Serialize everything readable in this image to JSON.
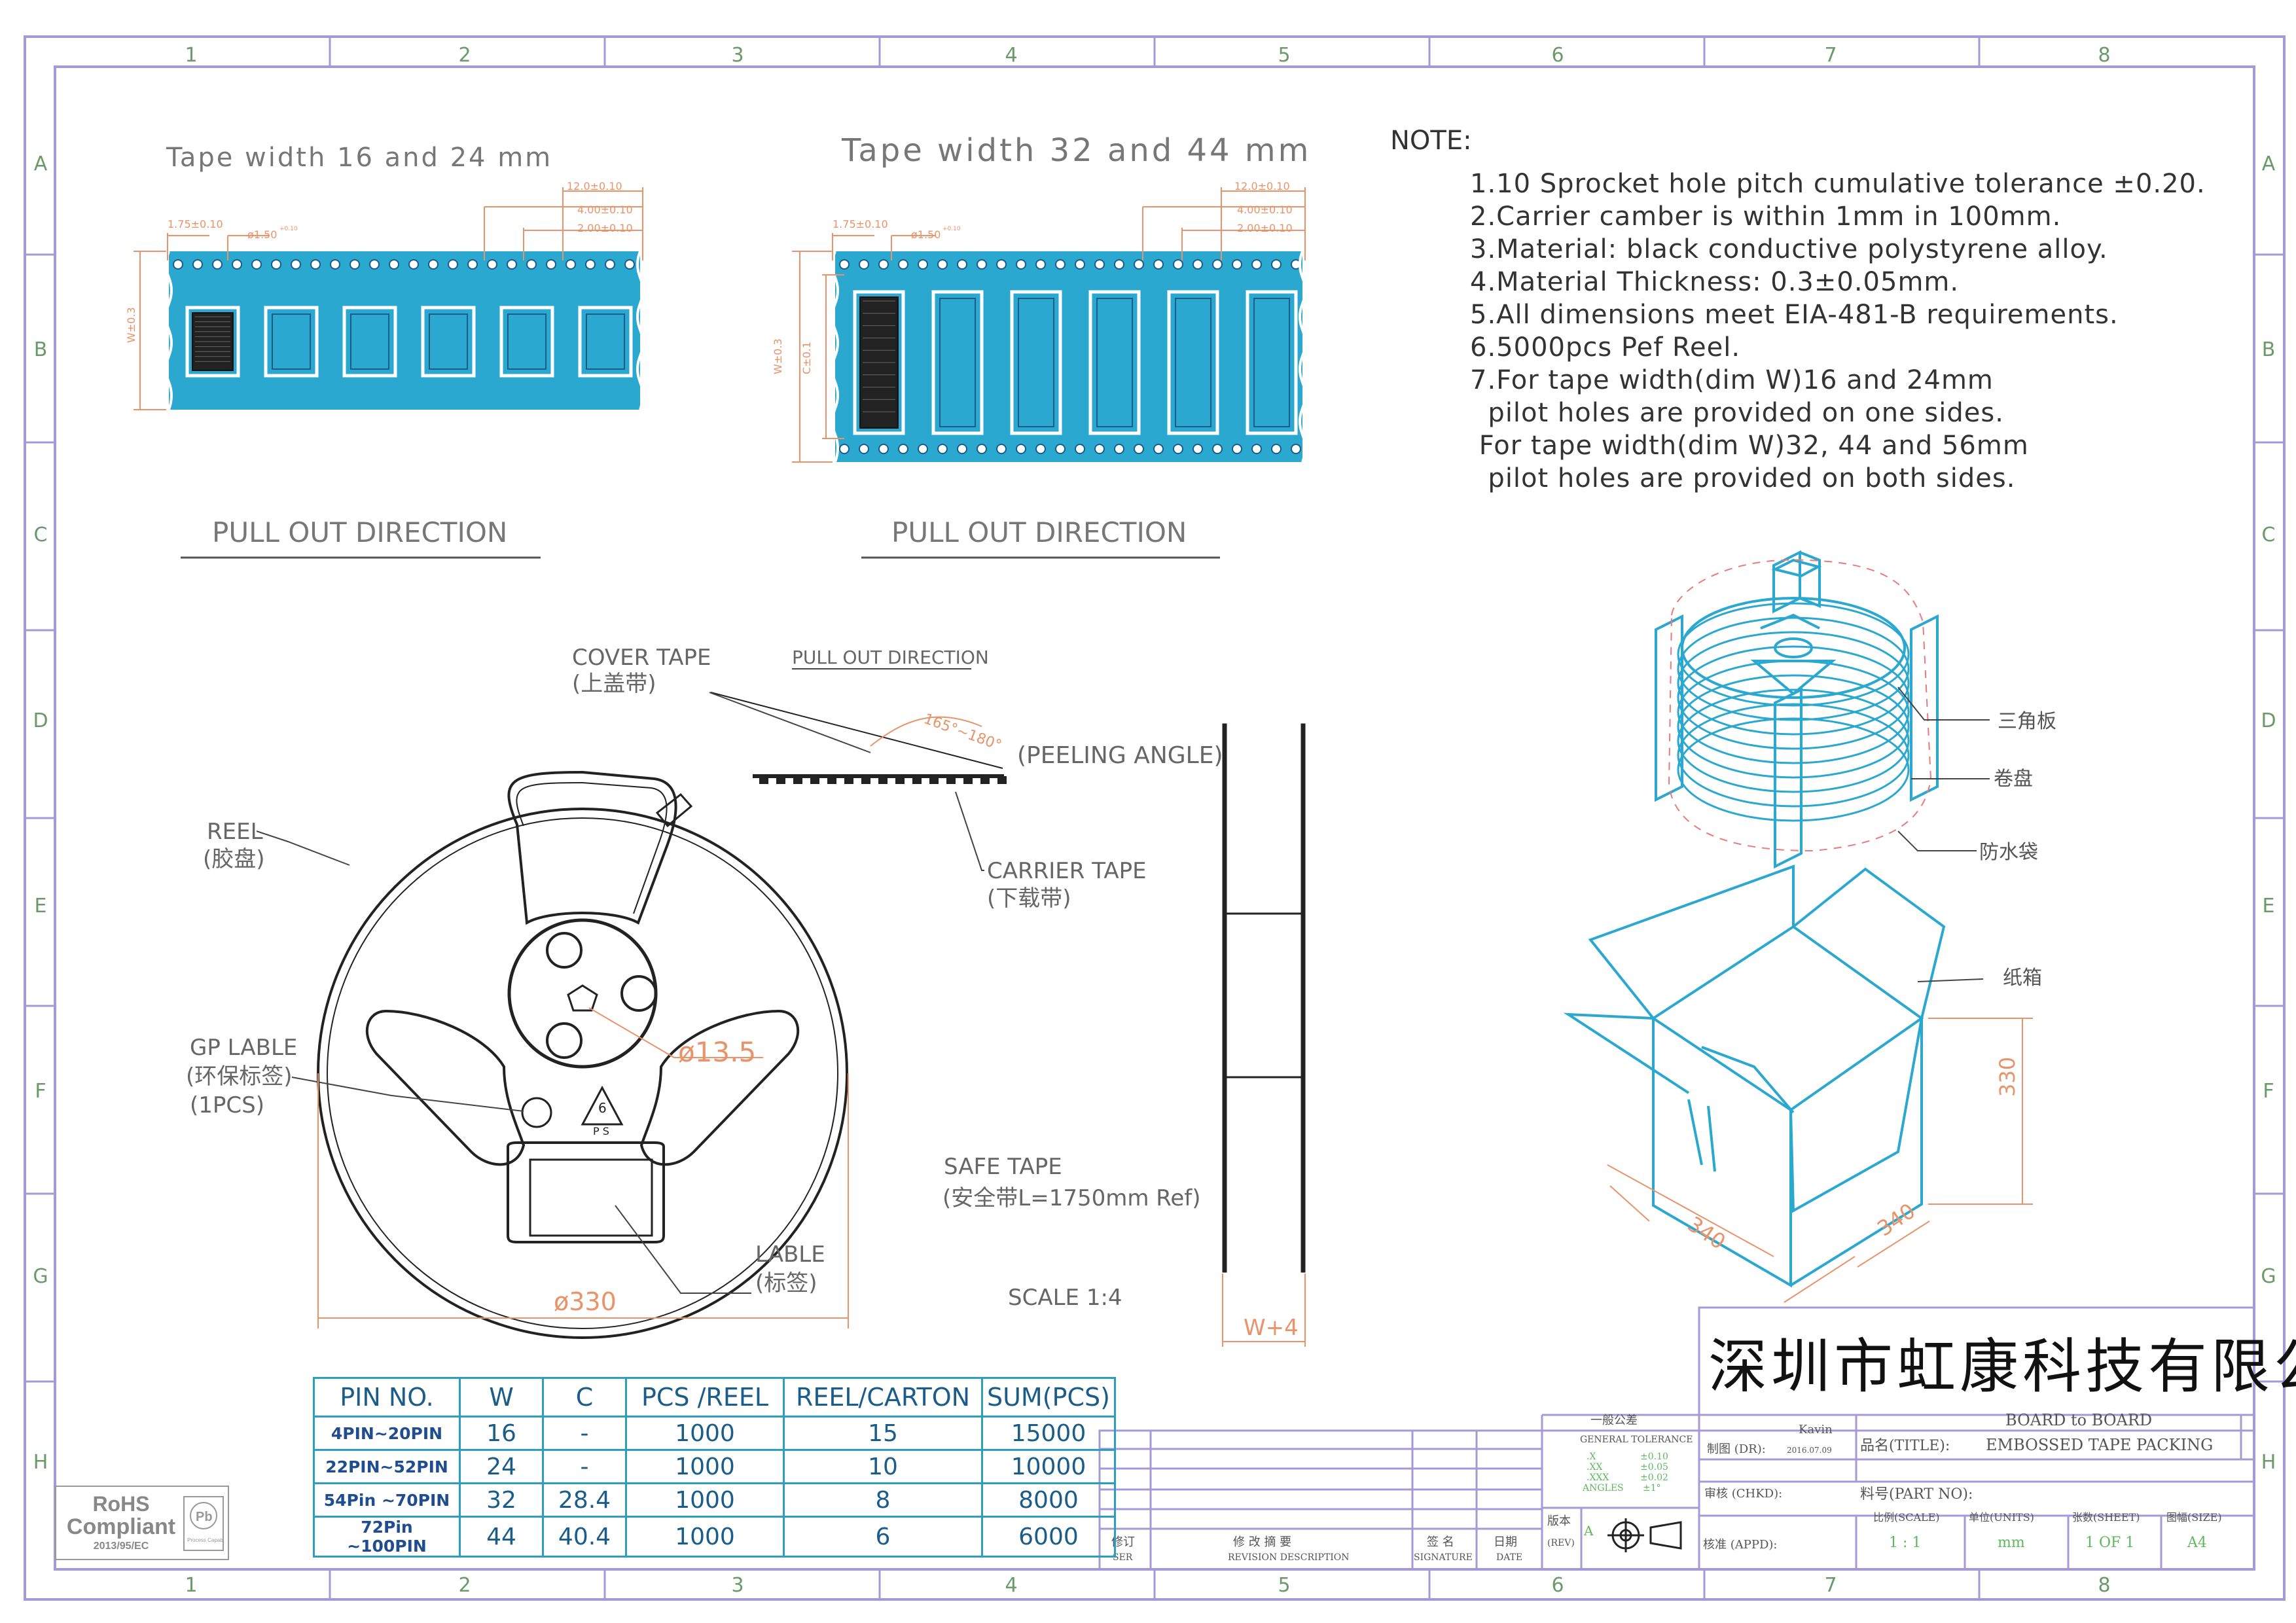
{
  "frame": {
    "cols": [
      "1",
      "2",
      "3",
      "4",
      "5",
      "6",
      "7",
      "8"
    ],
    "rows": [
      "A",
      "B",
      "C",
      "D",
      "E",
      "F",
      "G",
      "H"
    ]
  },
  "tape_left": {
    "title": "Tape width 16 and 24 mm",
    "dims": [
      "12.0±0.10",
      "4.00±0.10",
      "2.00±0.10",
      "1.75±0.10",
      "ø1.50",
      "W±0.3"
    ],
    "hole_sup": "+0.10",
    "pull": "PULL OUT DIRECTION"
  },
  "tape_right": {
    "title": "Tape width 32 and 44 mm",
    "dims": [
      "12.0±0.10",
      "4.00±0.10",
      "2.00±0.10",
      "1.75±0.10",
      "ø1.50",
      "W±0.3",
      "C±0.1"
    ],
    "hole_sup": "+0.10",
    "pull": "PULL OUT DIRECTION"
  },
  "notes": {
    "heading": "NOTE:",
    "lines": [
      "1.10 Sprocket hole pitch cumulative tolerance ±0.20.",
      "2.Carrier camber is within 1mm in 100mm.",
      "3.Material: black conductive polystyrene alloy.",
      "4.Material Thickness: 0.3±0.05mm.",
      "5.All dimensions meet EIA-481-B requirements.",
      "6.5000pcs Pef Reel.",
      "7.For tape width(dim W)16 and 24mm",
      "  pilot holes are provided on one sides.",
      " For tape width(dim W)32, 44 and 56mm",
      "  pilot holes are provided on both sides."
    ]
  },
  "reel": {
    "cover_tape": "COVER TAPE",
    "cover_tape_cn": "(上盖带)",
    "pull_out": "PULL OUT DIRECTION",
    "angle": "165°~180°",
    "peeling": "(PEELING ANGLE)",
    "carrier": "CARRIER TAPE",
    "carrier_cn": "(下载带)",
    "reel": "REEL",
    "reel_cn": "(胶盘)",
    "gp": "GP LABLE",
    "gp_cn": "(环保标签)",
    "gp_qty": "(1PCS)",
    "hub": "ø13.5",
    "recycle_num": "6",
    "recycle_code": "P S",
    "lable": "LABLE",
    "lable_cn": "(标签)",
    "dia": "ø330",
    "safe": "SAFE TAPE",
    "safe_cn": "(安全带L=1750mm Ref)",
    "scale": "SCALE 1:4",
    "width": "W+4"
  },
  "pack": {
    "triangle": "三角板",
    "reel": "卷盘",
    "bag": "防水袋",
    "box": "纸箱",
    "h": "330",
    "l": "340",
    "w": "340"
  },
  "spec_table": {
    "headers": [
      "PIN NO.",
      "W",
      "C",
      "PCS /REEL",
      "REEL/CARTON",
      "SUM(PCS)"
    ],
    "rows": [
      [
        "4PIN~20PIN",
        "16",
        "-",
        "1000",
        "15",
        "15000"
      ],
      [
        "22PIN~52PIN",
        "24",
        "-",
        "1000",
        "10",
        "10000"
      ],
      [
        "54Pin ~70PIN",
        "32",
        "28.4",
        "1000",
        "8",
        "8000"
      ],
      [
        "72Pin ~100PIN",
        "44",
        "40.4",
        "1000",
        "6",
        "6000"
      ]
    ]
  },
  "rohs": {
    "l1": "RoHS",
    "l2": "Compliant",
    "l3": "2013/95/EC",
    "pb": "Pb",
    "pb_sub": "Process Capable"
  },
  "title_block": {
    "company": "深圳市虹康科技有限公司",
    "tol_cn": "一般公差",
    "tol_en": "GENERAL TOLERANCE",
    "tol_labels": [
      ".X",
      ".XX",
      ".XXX",
      "ANGLES"
    ],
    "tol_values": [
      "±0.10",
      "±0.05",
      "±0.02",
      "±1°"
    ],
    "dr": "制图 (DR):",
    "dr_name": "Kavin",
    "dr_date": "2016.07.09",
    "title_label": "品名(TITLE):",
    "title1": "BOARD to BOARD",
    "title2": "EMBOSSED TAPE PACKING",
    "chkd": "审核 (CHKD):",
    "partno": "料号(PART NO):",
    "rev_label": "版本",
    "rev_en": "(REV)",
    "rev": "A",
    "appd": "核准 (APPD):",
    "scale_label": "比例(SCALE)",
    "scale": "1 : 1",
    "units_label": "单位(UNITS)",
    "units": "mm",
    "sheet_label": "张数(SHEET)",
    "sheet": "1 OF 1",
    "size_label": "图幅(SIZE)",
    "size": "A4",
    "ser_cn": "修订",
    "ser_en": "SER",
    "desc_cn": "修 改 摘 要",
    "desc_en": "REVISION DESCRIPTION",
    "sig_cn": "签 名",
    "sig_en": "SIGNATURE",
    "date_cn": "日期",
    "date_en": "DATE"
  }
}
